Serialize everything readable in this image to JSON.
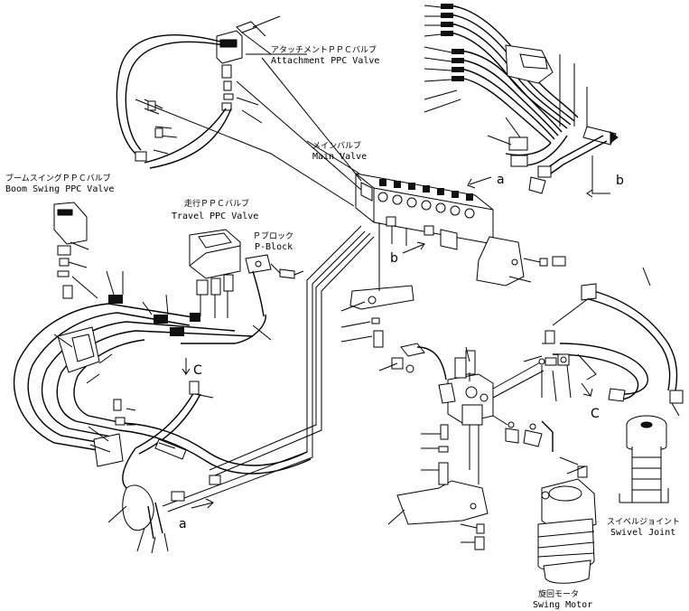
{
  "labels": {
    "attachment_ppc_jp": "アタッチメントＰＰＣバルブ",
    "attachment_ppc_en": "Attachment PPC Valve",
    "main_valve_jp": "メインバルブ",
    "main_valve_en": "Main Valve",
    "boom_swing_jp": "ブームスイングＰＰＣバルブ",
    "boom_swing_en": "Boom Swing PPC Valve",
    "travel_ppc_jp": "走行ＰＰＣバルブ",
    "travel_ppc_en": "Travel PPC Valve",
    "p_block_jp": "Ｐブロック",
    "p_block_en": "P-Block",
    "swivel_jp": "スイベルジョイント",
    "swivel_en": "Swivel Joint",
    "swing_motor_jp": "旋回モータ",
    "swing_motor_en": "Swing Motor"
  },
  "references": {
    "a_main": "a",
    "a_bottom": "a",
    "b_main": "b",
    "b_right": "b",
    "c_left": "C",
    "c_right": "C"
  },
  "colors": {
    "ink": "#000000",
    "paper": "#ffffff"
  }
}
